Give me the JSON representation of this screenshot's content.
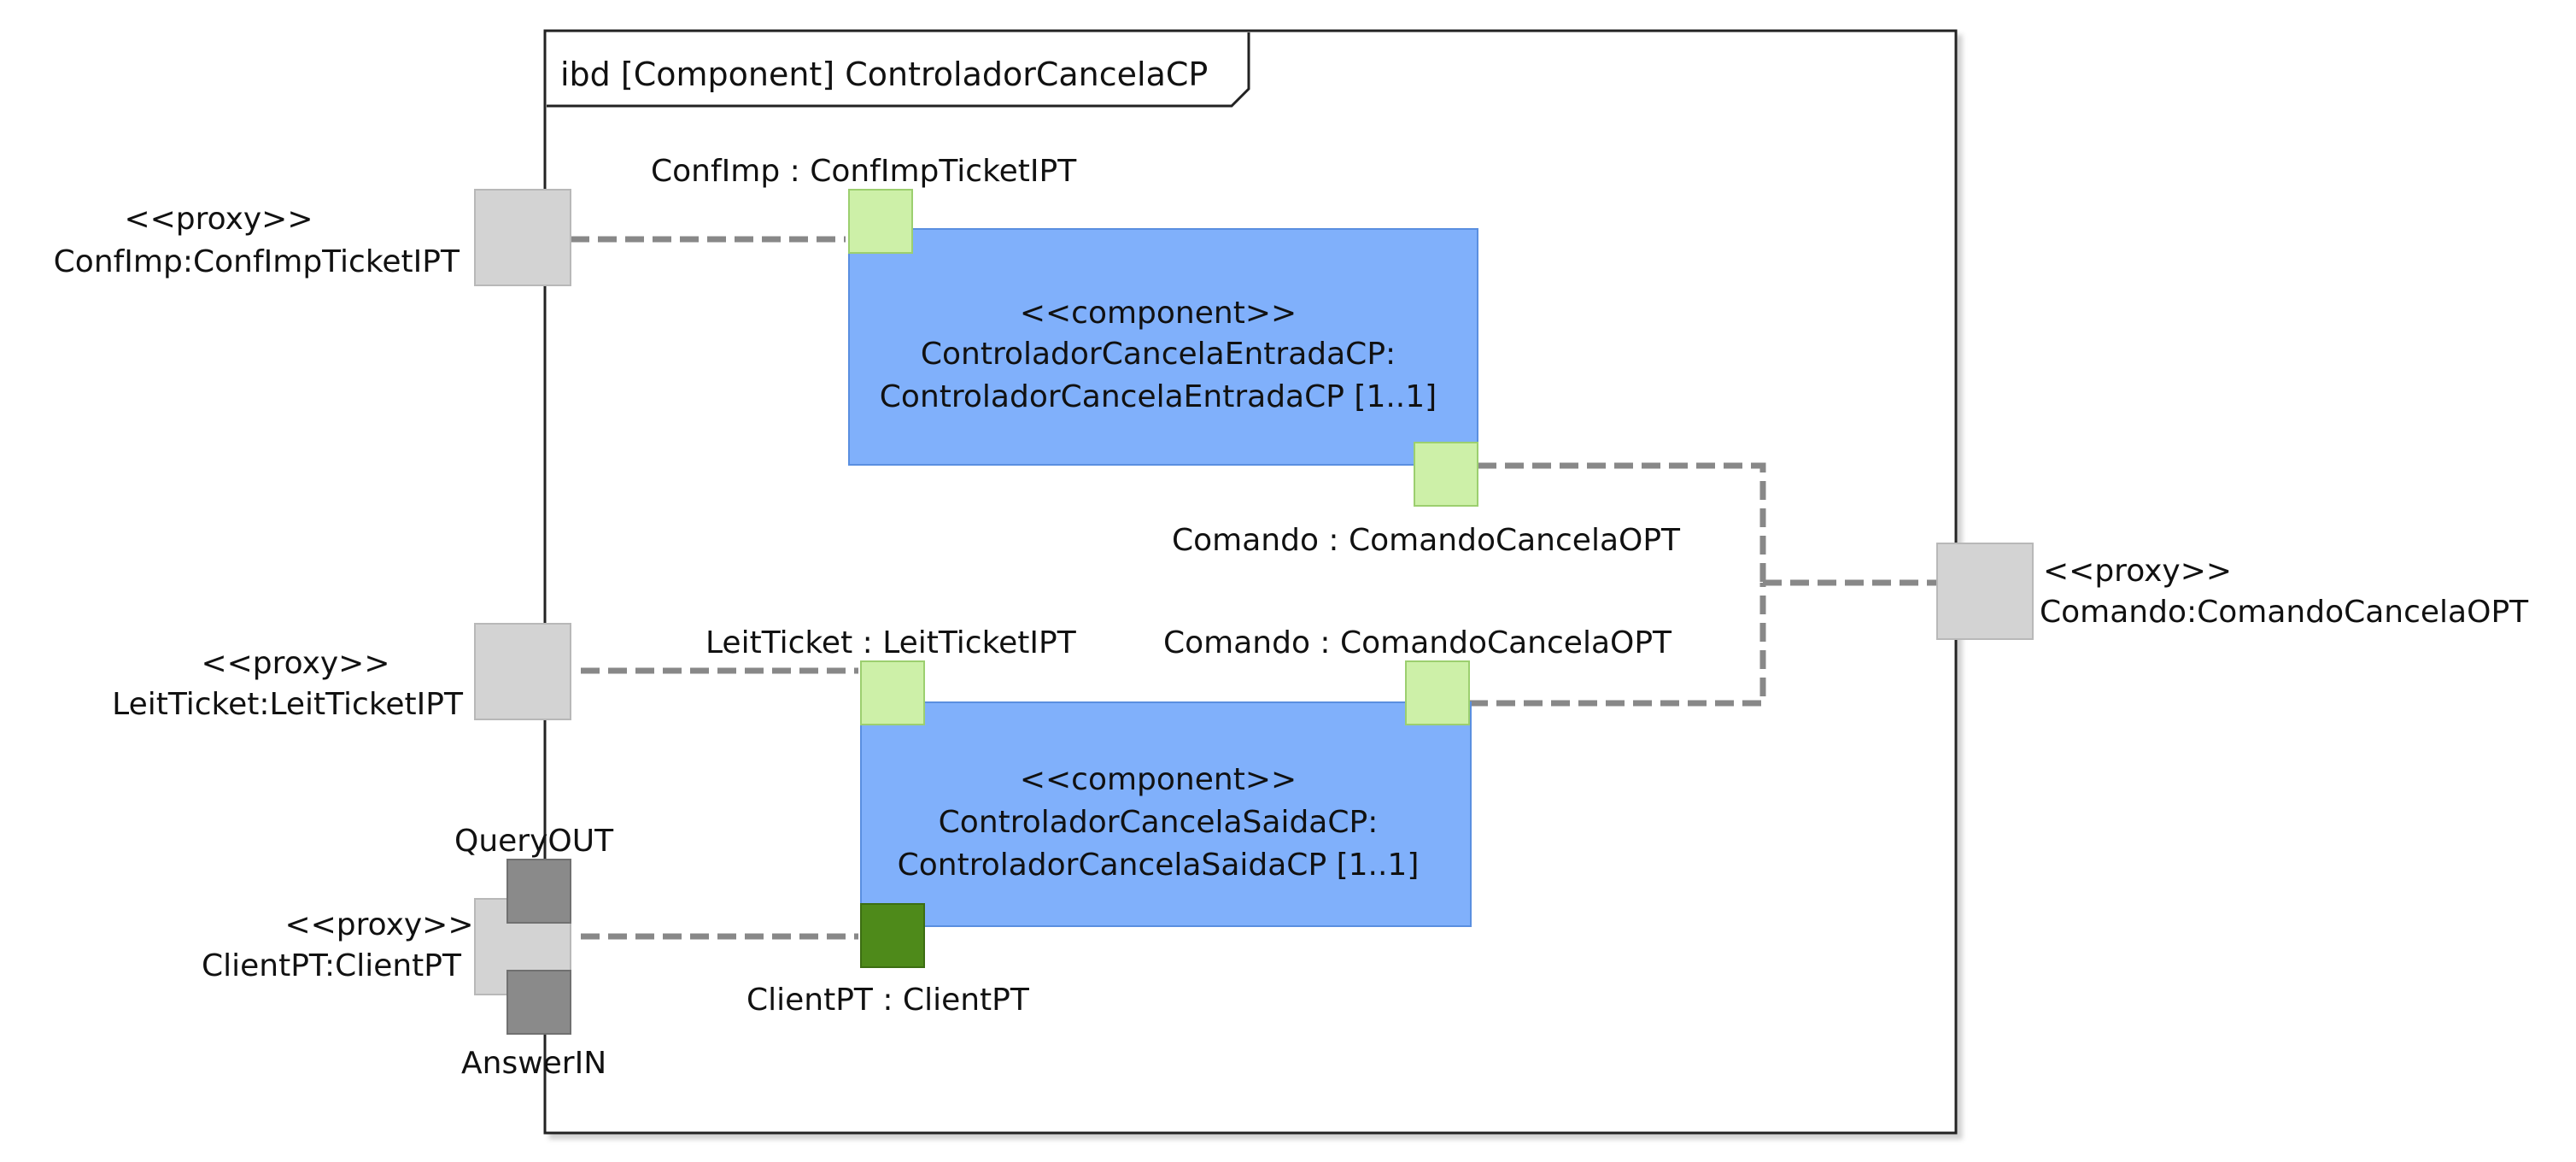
{
  "frame": {
    "title": "ibd [Component] ControladorCancelaCP"
  },
  "components": [
    {
      "stereotype": "<<component>>",
      "line1": "ControladorCancelaEntradaCP:",
      "line2": "ControladorCancelaEntradaCP [1..1]",
      "fill": "#80b0fb"
    },
    {
      "stereotype": "<<component>>",
      "line1": "ControladorCancelaSaidaCP:",
      "line2": "ControladorCancelaSaidaCP [1..1]",
      "fill": "#80b0fb"
    }
  ],
  "internal_ports": {
    "confimp": "ConfImp : ConfImpTicketIPT",
    "comando_entrada": "Comando : ComandoCancelaOPT",
    "leitticket": "LeitTicket : LeitTicketIPT",
    "comando_saida": "Comando : ComandoCancelaOPT",
    "clientpt": "ClientPT : ClientPT"
  },
  "boundary_ports": {
    "confimp": {
      "stereotype": "<<proxy>>",
      "name": "ConfImp:ConfImpTicketIPT"
    },
    "leitticket": {
      "stereotype": "<<proxy>>",
      "name": "LeitTicket:LeitTicketIPT"
    },
    "clientpt": {
      "stereotype": "<<proxy>>",
      "name": "ClientPT:ClientPT"
    },
    "comando": {
      "stereotype": "<<proxy>>",
      "name": "Comando:ComandoCancelaOPT"
    }
  },
  "sub_ports": {
    "query_out": "QueryOUT",
    "answer_in": "AnswerIN"
  },
  "colors": {
    "port_light_green": "#cdf0a8",
    "port_dark_green": "#4e8a1a",
    "proxy_port_gray": "#d3d3d3",
    "sub_port_gray": "#8a8a8a",
    "connector": "#888888"
  }
}
